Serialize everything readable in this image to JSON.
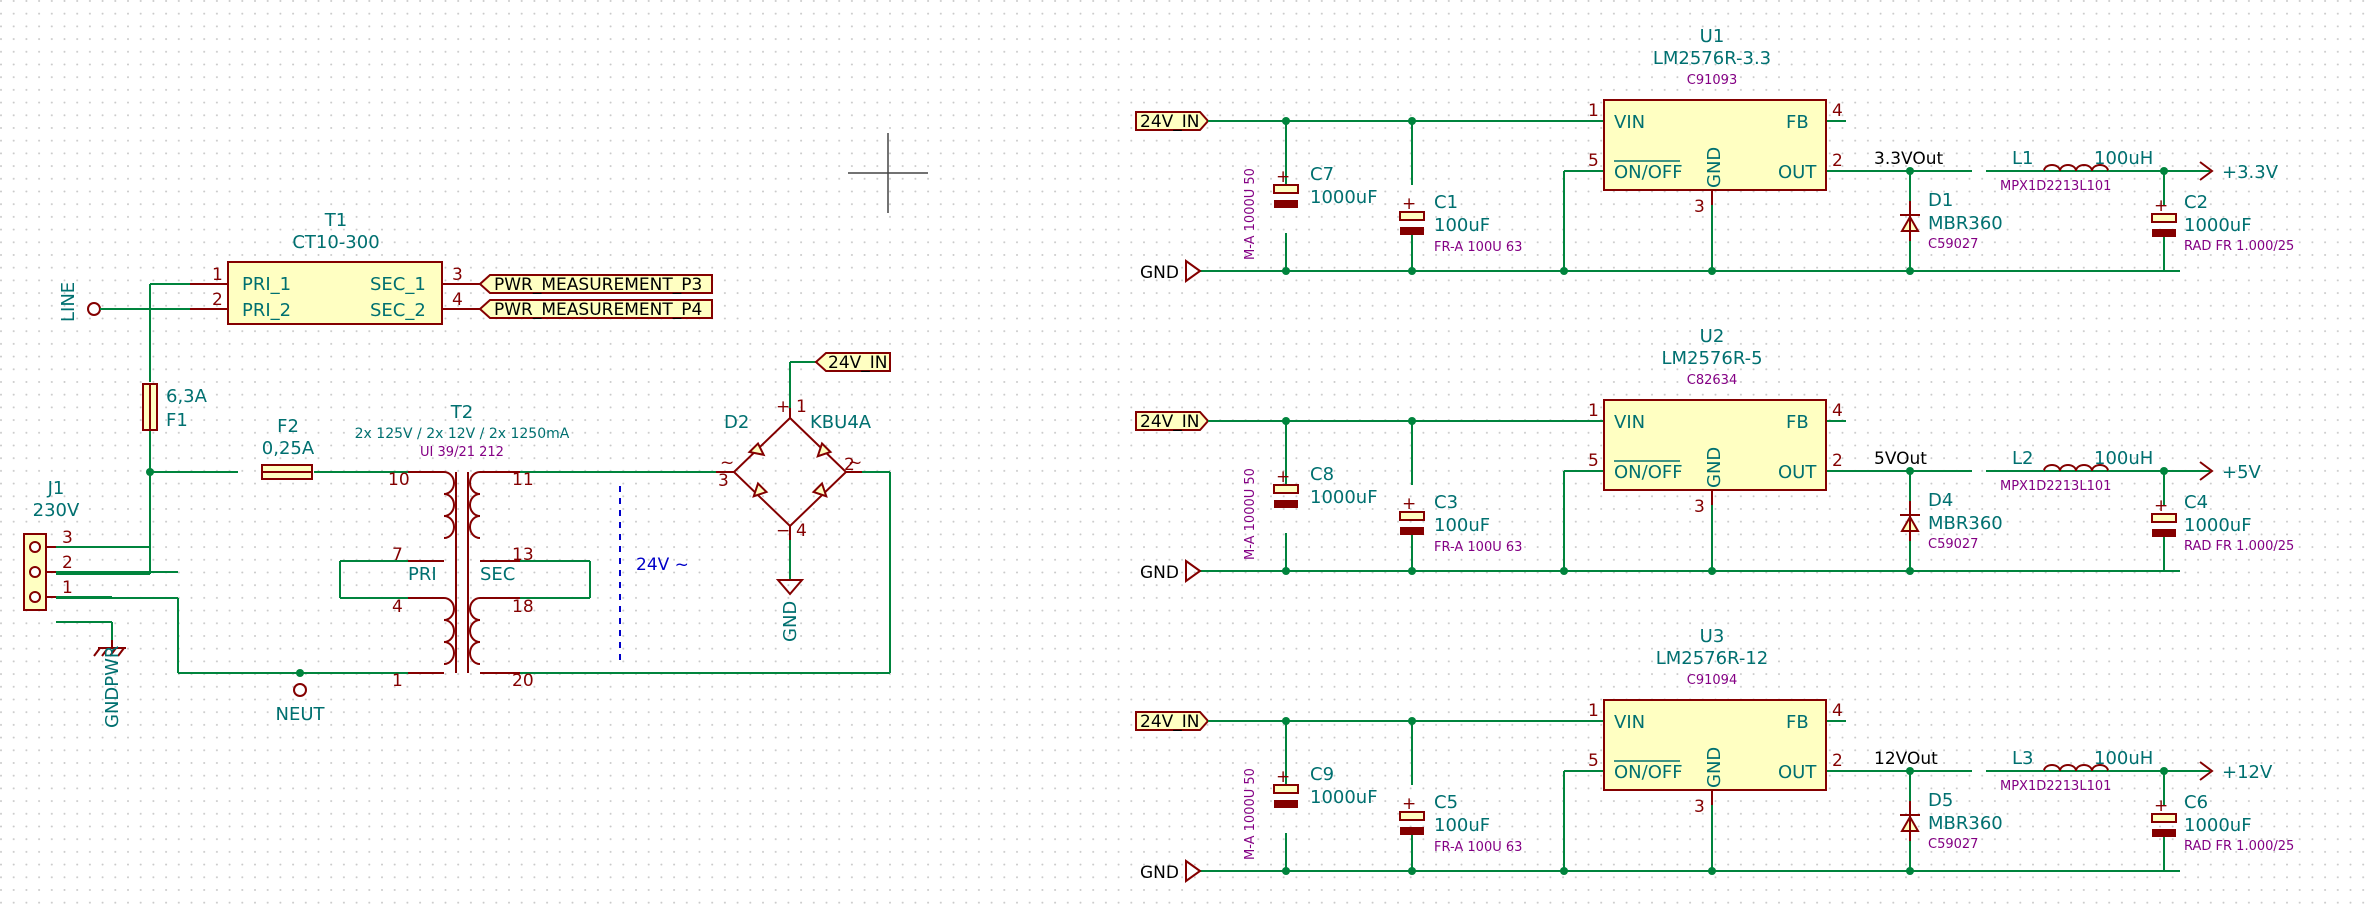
{
  "crosshair": true,
  "transformer_t1": {
    "ref": "T1",
    "value": "CT10-300",
    "pins": [
      "1",
      "2",
      "3",
      "4"
    ],
    "pri1": "PRI_1",
    "pri2": "PRI_2",
    "sec1": "SEC_1",
    "sec2": "SEC_2"
  },
  "labels_meas": [
    "PWR_MEASUREMENT_P3",
    "PWR_MEASUREMENT_P4"
  ],
  "line_label": "LINE",
  "fuse_f1": {
    "value": "6,3A",
    "ref": "F1"
  },
  "fuse_f2": {
    "ref": "F2",
    "value": "0,25A"
  },
  "transformer_t2": {
    "ref": "T2",
    "spec": "2x 125V / 2x 12V / 2x 1250mA",
    "part": "UI 39/21 212",
    "pins": [
      "10",
      "7",
      "4",
      "1",
      "11",
      "13",
      "18",
      "20"
    ],
    "pri": "PRI",
    "sec": "SEC"
  },
  "connector_j1": {
    "ref": "J1",
    "value": "230V",
    "pins": [
      "3",
      "2",
      "1"
    ]
  },
  "gndpwr": "GNDPWR",
  "neut": "NEUT",
  "bridge": {
    "ref": "D2",
    "value": "KBU4A",
    "pins": [
      "1",
      "2",
      "3",
      "4"
    ],
    "plus": "+",
    "minus": "−",
    "ac1": "~",
    "ac2": "~"
  },
  "bridge_label": "24V_IN",
  "bridge_gnd": "GND",
  "ac_note": "24V ~",
  "regulators": [
    {
      "ref": "U1",
      "value": "LM2576R-3.3",
      "lcsc": "C91093",
      "in": "24V_IN",
      "gnd": "GND",
      "cin_big": {
        "ref": "C7",
        "value": "1000uF",
        "note": "M-A 1000U 50"
      },
      "cin": {
        "ref": "C1",
        "value": "100uF",
        "note": "FR-A 100U 63"
      },
      "diode": {
        "ref": "D1",
        "value": "MBR360",
        "lcsc": "C59027"
      },
      "ind": {
        "ref": "L1",
        "value": "100uH",
        "part": "MPX1D2213L101"
      },
      "cout": {
        "ref": "C2",
        "value": "1000uF",
        "note": "RAD FR 1.000/25"
      },
      "net": "3.3VOut",
      "out": "+3.3V"
    },
    {
      "ref": "U2",
      "value": "LM2576R-5",
      "lcsc": "C82634",
      "in": "24V_IN",
      "gnd": "GND",
      "cin_big": {
        "ref": "C8",
        "value": "1000uF",
        "note": "M-A 1000U 50"
      },
      "cin": {
        "ref": "C3",
        "value": "100uF",
        "note": "FR-A 100U 63"
      },
      "diode": {
        "ref": "D4",
        "value": "MBR360",
        "lcsc": "C59027"
      },
      "ind": {
        "ref": "L2",
        "value": "100uH",
        "part": "MPX1D2213L101"
      },
      "cout": {
        "ref": "C4",
        "value": "1000uF",
        "note": "RAD FR 1.000/25"
      },
      "net": "5VOut",
      "out": "+5V"
    },
    {
      "ref": "U3",
      "value": "LM2576R-12",
      "lcsc": "C91094",
      "in": "24V_IN",
      "gnd": "GND",
      "cin_big": {
        "ref": "C9",
        "value": "1000uF",
        "note": "M-A 1000U 50"
      },
      "cin": {
        "ref": "C5",
        "value": "100uF",
        "note": "FR-A 100U 63"
      },
      "diode": {
        "ref": "D5",
        "value": "MBR360",
        "lcsc": "C59027"
      },
      "ind": {
        "ref": "L3",
        "value": "100uH",
        "part": "MPX1D2213L101"
      },
      "cout": {
        "ref": "C6",
        "value": "1000uF",
        "note": "RAD FR 1.000/25"
      },
      "net": "12VOut",
      "out": "+12V"
    }
  ],
  "ic_pins": {
    "vin": "VIN",
    "fb": "FB",
    "onoff": "ON/OFF",
    "gnd": "GND",
    "out": "OUT",
    "n1": "1",
    "n4": "4",
    "n5": "5",
    "n2": "2",
    "n3": "3"
  }
}
